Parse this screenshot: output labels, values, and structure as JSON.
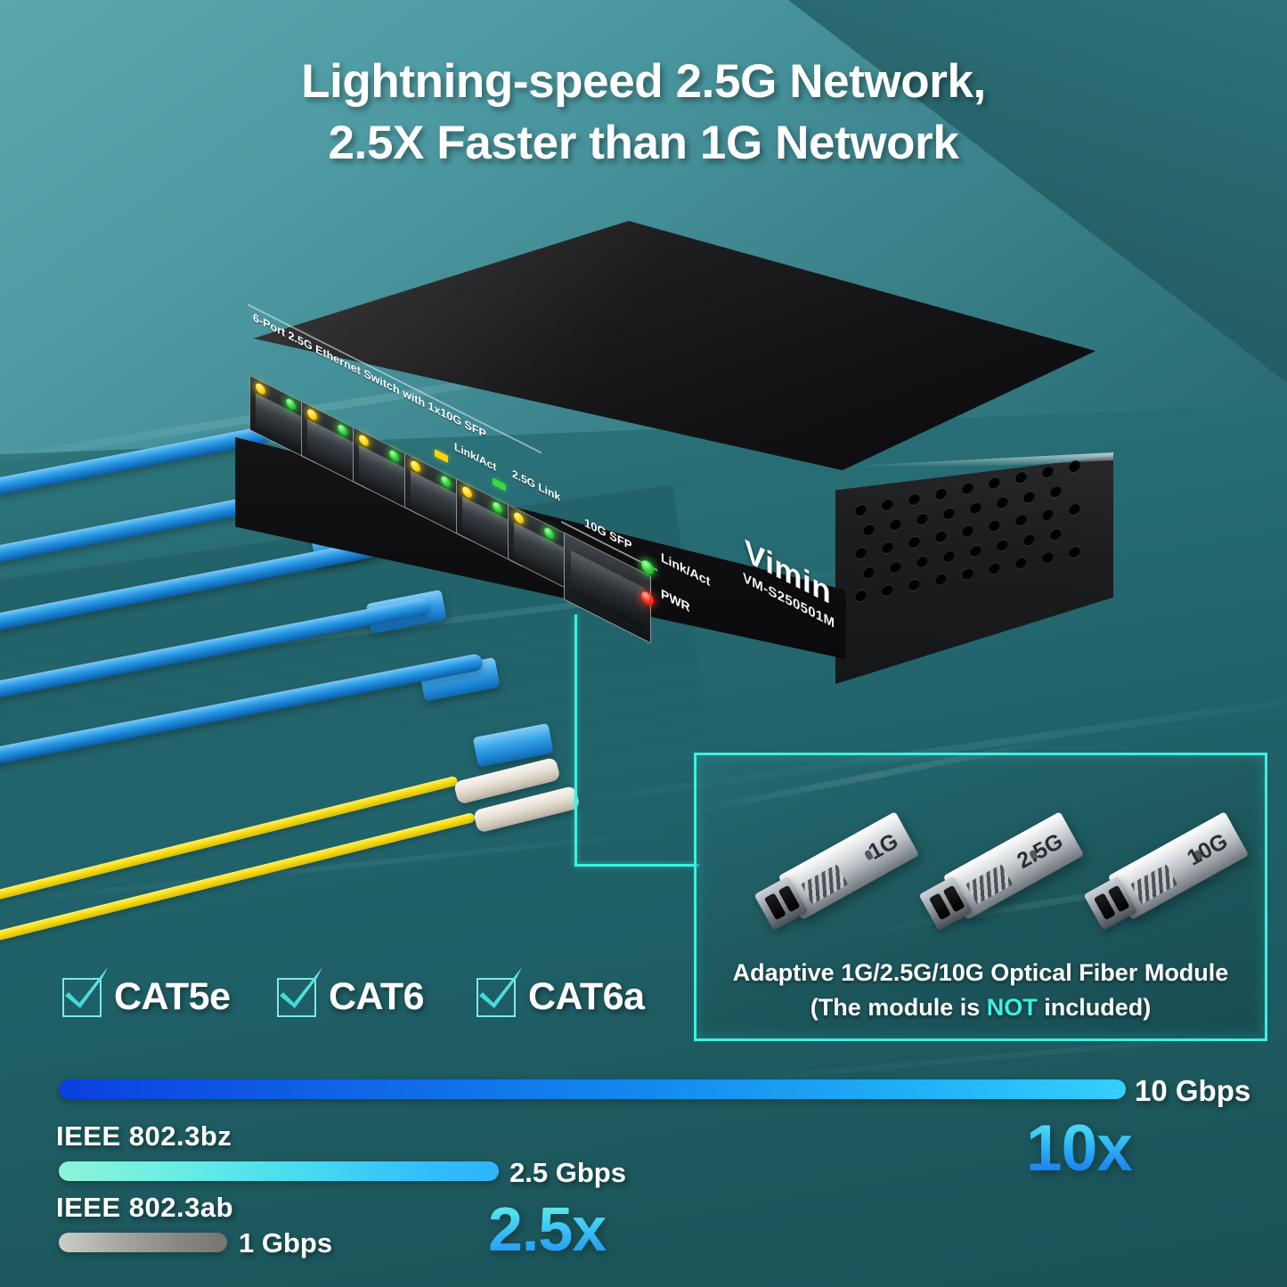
{
  "headline": {
    "line1": "Lightning-speed 2.5G Network,",
    "line2": "2.5X Faster than 1G Network"
  },
  "device": {
    "port_plate_label": "6-Port 2.5G Ethernet Switch with 1x10G SFP",
    "legend": [
      {
        "name": "link-act",
        "label": "Link/Act",
        "color": "#ffd400"
      },
      {
        "name": "2-5g-link",
        "label": "2.5G Link",
        "color": "#35d93f"
      }
    ],
    "sfp_port_label": "10G SFP",
    "status_leds": [
      {
        "name": "link-act",
        "label": "Link/Act",
        "color": "#2fd83a"
      },
      {
        "name": "pwr",
        "label": "PWR",
        "color": "#ff2d16"
      }
    ],
    "brand": "Vimin",
    "model": "VM-S250501M"
  },
  "callout": {
    "modules": [
      {
        "label": "1G"
      },
      {
        "label": "2.5G"
      },
      {
        "label": "10G"
      }
    ],
    "caption_line1": "Adaptive 1G/2.5G/10G Optical Fiber Module",
    "caption_line2_pre": "(The module is ",
    "caption_line2_hl": "NOT",
    "caption_line2_post": " included)",
    "border_color": "#3ff0e0"
  },
  "cables": {
    "ethernet_color": "#2e9fe8",
    "fiber_color": "#f7dd16"
  },
  "cat_support": [
    {
      "label": "CAT5e",
      "checked": true
    },
    {
      "label": "CAT6",
      "checked": true
    },
    {
      "label": "CAT6a",
      "checked": true
    }
  ],
  "chart_data": {
    "type": "bar",
    "title": "",
    "orientation": "horizontal",
    "categories": [
      "10 Gbps",
      "2.5 Gbps",
      "1 Gbps"
    ],
    "values": [
      10,
      2.5,
      1
    ],
    "unit": "Gbps",
    "xlabel": "",
    "ylabel": "",
    "xlim": [
      0,
      10
    ],
    "grid": false,
    "legend": "none",
    "series": [
      {
        "name": "10G",
        "value": 10,
        "value_label": "10 Gbps",
        "multiplier_label": "10x",
        "standard": "",
        "color": "#1389ef"
      },
      {
        "name": "2.5G",
        "value": 2.5,
        "value_label": "2.5 Gbps",
        "multiplier_label": "2.5x",
        "standard": "IEEE  802.3bz",
        "color": "#47dcf0"
      },
      {
        "name": "1G",
        "value": 1,
        "value_label": "1 Gbps",
        "multiplier_label": "",
        "standard": "IEEE  802.3ab",
        "color": "#8a8884"
      }
    ]
  },
  "colors": {
    "bg_light_teal": "#4e9ba3",
    "bg_dark_teal": "#1a5257",
    "accent_cyan": "#3ff0e0",
    "accent_blue": "#1f8cf2"
  }
}
